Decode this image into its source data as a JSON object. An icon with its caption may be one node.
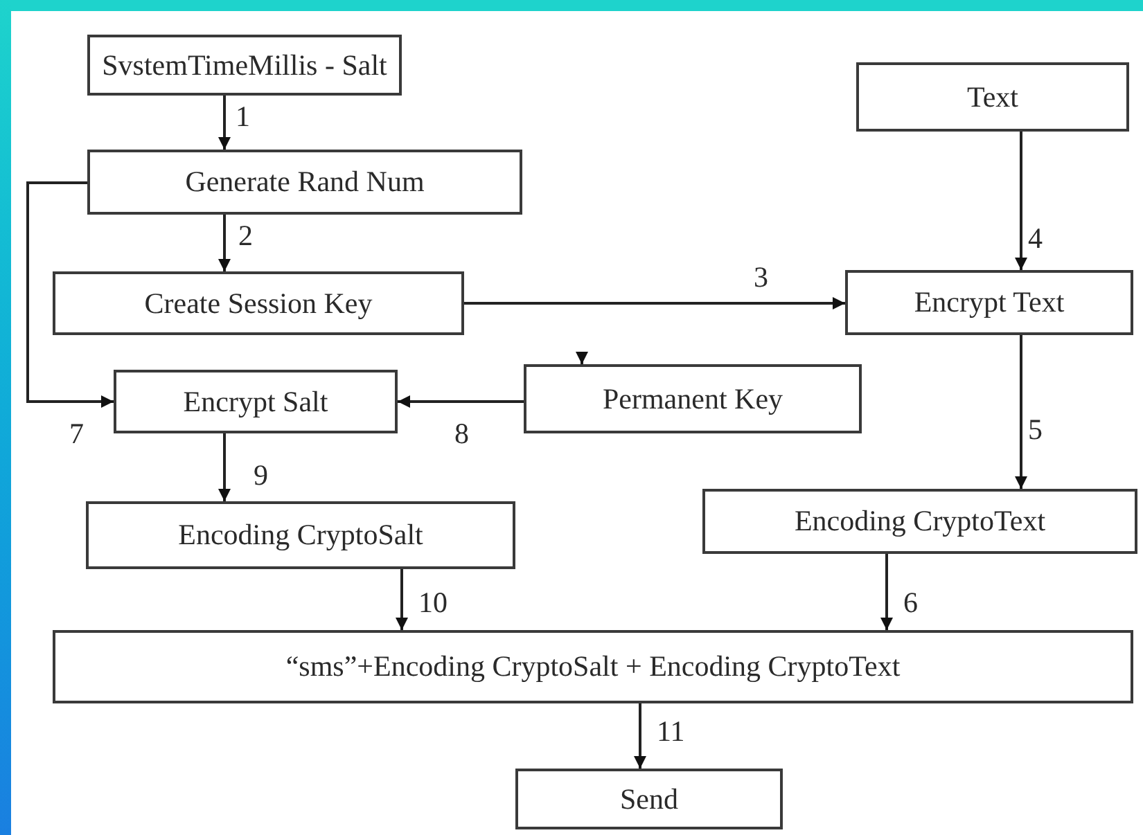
{
  "diagram": {
    "nodes": [
      {
        "text": [
          "SvstemTimeMillis - Salt"
        ]
      },
      {
        "text": [
          "Generate Rand Num"
        ]
      },
      {
        "text": [
          "Create Session Key"
        ]
      },
      {
        "text": [
          "Text"
        ]
      },
      {
        "text": [
          "Encrypt Text"
        ]
      },
      {
        "text": [
          "Encrypt Salt"
        ]
      },
      {
        "text": [
          "Permanent Key"
        ]
      },
      {
        "text": [
          "Encoding CryptoSalt"
        ]
      },
      {
        "text": [
          "Encoding CryptoText"
        ]
      },
      {
        "text": [
          "“sms”+Encoding CryptoSalt + Encoding CryptoText"
        ]
      },
      {
        "text": [
          "Send"
        ]
      }
    ],
    "edges": [
      {
        "from": 0,
        "to": 1,
        "arrow": "to",
        "label": "1"
      },
      {
        "from": 1,
        "to": 2,
        "arrow": "to",
        "label": "2"
      },
      {
        "from": 2,
        "to": 4,
        "arrow": "to",
        "label": "3"
      },
      {
        "from": 3,
        "to": 4,
        "arrow": "to",
        "label": "4"
      },
      {
        "from": 4,
        "to": 8,
        "arrow": "to",
        "label": "5"
      },
      {
        "from": 8,
        "to": 9,
        "arrow": "to",
        "label": "6"
      },
      {
        "from": 1,
        "to": 5,
        "arrow": "to",
        "label": "7"
      },
      {
        "from": 6,
        "to": 5,
        "arrow": "to",
        "label": "8"
      },
      {
        "from": 5,
        "to": 7,
        "arrow": "to",
        "label": "9"
      },
      {
        "from": 7,
        "to": 9,
        "arrow": "to",
        "label": "10"
      },
      {
        "from": 9,
        "to": 10,
        "arrow": "to",
        "label": "11"
      },
      {
        "from": null,
        "to": 6,
        "arrow": "to"
      }
    ]
  }
}
